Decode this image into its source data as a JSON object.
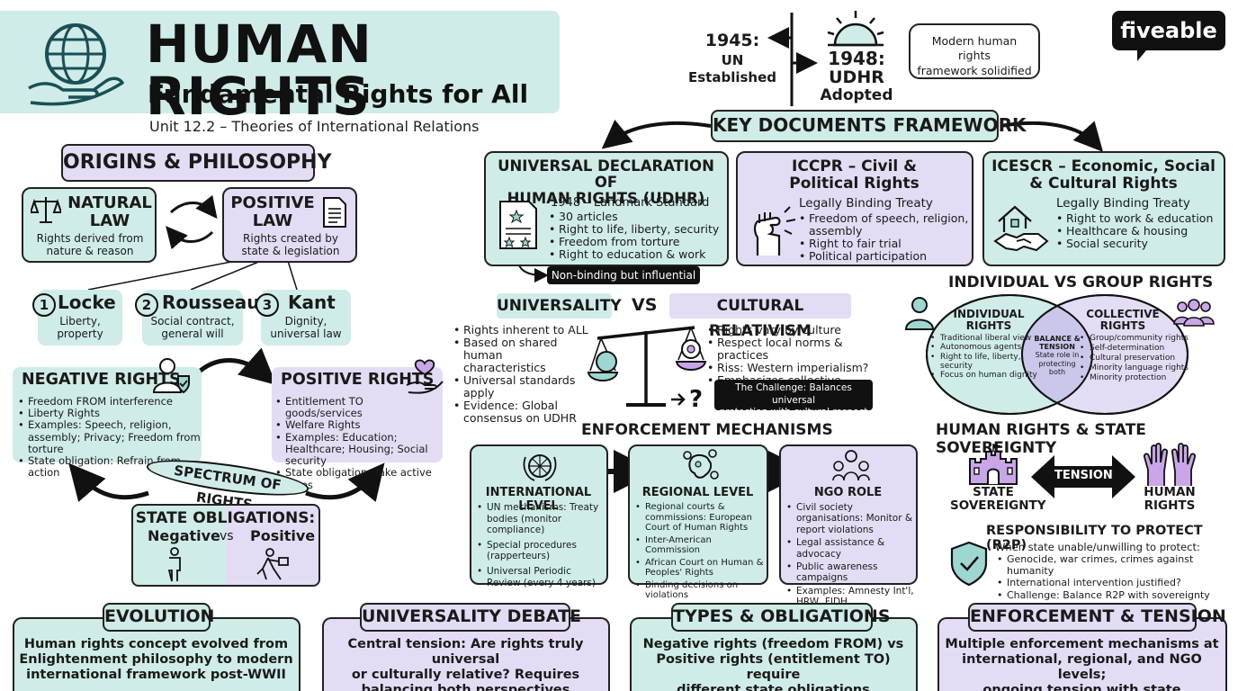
{
  "header": {
    "title": "HUMAN RIGHTS",
    "subtitle": "Fundamental Rights for All",
    "unit": "Unit 12.2 – Theories of International Relations"
  },
  "timeline": {
    "event1945": [
      "1945:",
      "UN Established"
    ],
    "event1948": [
      "1948:",
      "UDHR",
      "Adopted"
    ],
    "note": [
      "Modern human rights",
      "framework solidified"
    ]
  },
  "brand": {
    "logo": "fiveable"
  },
  "origins": {
    "heading": "ORIGINS & PHILOSOPHY",
    "natural_title": [
      "NATURAL",
      "LAW"
    ],
    "natural_desc": [
      "Rights derived from",
      "nature & reason"
    ],
    "positive_title": [
      "POSITIVE",
      "LAW"
    ],
    "positive_desc": [
      "Rights created by",
      "state & legislation"
    ],
    "thinkers": [
      {
        "num": "1",
        "name": "Locke",
        "desc": [
          "Liberty,",
          "property"
        ]
      },
      {
        "num": "2",
        "name": "Rousseau",
        "desc": [
          "Social contract,",
          "general will"
        ]
      },
      {
        "num": "3",
        "name": "Kant",
        "desc": [
          "Dignity,",
          "universal law"
        ]
      }
    ]
  },
  "rights": {
    "negative_title": "NEGATIVE RIGHTS",
    "negative_items": [
      "Freedom FROM interference",
      "Liberty Rights",
      "Examples: Speech, religion, assembly; Privacy; Freedom from torture",
      "State obligation: Refrain from action"
    ],
    "positive_title": "POSITIVE RIGHTS",
    "positive_items": [
      "Entitlement TO goods/services",
      "Welfare Rights",
      "Examples: Education; Healthcare; Housing; Social security",
      "State obligation: Take active steps"
    ],
    "spectrum": "SPECTRUM OF RIGHTS",
    "obligations_title": "STATE OBLIGATIONS:",
    "obligations_neg": "Negative",
    "obligations_vs": "vs",
    "obligations_pos": "Positive"
  },
  "documents": {
    "heading": "KEY DOCUMENTS FRAMEWORK",
    "udhr_title": [
      "UNIVERSAL DECLARATION OF",
      "HUMAN RIGHTS (UDHR)"
    ],
    "udhr_sub": "1948 – Landmark Standard",
    "udhr_items": [
      "30 articles",
      "Right to life, liberty, security",
      "Freedom from torture",
      "Right to education & work"
    ],
    "udhr_note": "Non-binding but influential",
    "iccpr_title": [
      "ICCPR – Civil &",
      "Political Rights"
    ],
    "iccpr_sub": "Legally Binding Treaty",
    "iccpr_items": [
      "Freedom of speech, religion, assembly",
      "Right to fair trial",
      "Political participation"
    ],
    "icescr_title": [
      "ICESCR – Economic, Social",
      "& Cultural Rights"
    ],
    "icescr_sub": "Legally Binding Treaty",
    "icescr_items": [
      "Right to work & education",
      "Healthcare & housing",
      "Social security"
    ]
  },
  "universality": {
    "left_title": "UNIVERSALITY",
    "vs": "VS",
    "right_title": "CULTURAL RELATIVISM",
    "left_items": [
      "Rights inherent to ALL",
      "Based on shared human characteristics",
      "Universal standards apply",
      "Evidence: Global consensus on UDHR"
    ],
    "right_items": [
      "Rights vary by culture",
      "Respect local norms & practices",
      "Riss: Western imperialism?",
      "Emphasizes collective values"
    ],
    "challenge": [
      "The Challenge: Balances universal",
      "protection with cultural respect"
    ]
  },
  "group": {
    "heading": "INDIVIDUAL VS GROUP RIGHTS",
    "individual_title": [
      "INDIVIDUAL",
      "RIGHTS"
    ],
    "individual_items": [
      "Traditional liberal view",
      "Autonomous agents",
      "Right to life, liberty, security",
      "Focus on human dignity"
    ],
    "balance": [
      "BALANCE &",
      "TENSION",
      "State role in",
      "protecting",
      "both"
    ],
    "collective_title": [
      "COLLECTIVE",
      "RIGHTS"
    ],
    "collective_items": [
      "Group/community rights",
      "Self-determination",
      "Cultural preservation",
      "Minority language rights",
      "Minority protection"
    ]
  },
  "enforcement": {
    "heading": "ENFORCEMENT MECHANISMS",
    "intl_title": "INTERNATIONAL LEVEL",
    "intl_items": [
      "UN mechanisms: Treaty bodies (monitor compliance)",
      "Special procedures (rapperteurs)",
      "Universal Periodic Review (every 4 years)"
    ],
    "reg_title": "REGIONAL LEVEL",
    "reg_items": [
      "Regional courts & commissions: European Court of Human Rights",
      "Inter-American Commission",
      "African Court on Human & Peoples' Rights",
      "Binding decisions on violations"
    ],
    "ngo_title": "NGO ROLE",
    "ngo_items": [
      "Civil society organisations: Monitor & report violations",
      "Legal assistance & advocacy",
      "Public awareness campaigns",
      "Examples: Amnesty Int'l, HRW, FIDH"
    ]
  },
  "sovereignty": {
    "heading": "HUMAN RIGHTS & STATE SOVEREIGNTY",
    "state_label": [
      "STATE",
      "SOVEREIGNTY"
    ],
    "tension": "TENSION",
    "hr_label": [
      "HUMAN",
      "RIGHTS"
    ],
    "r2p_title": "RESPONSIBILITY TO PROTECT (R2P)",
    "r2p_lead": "When state unable/unwilling to protect:",
    "r2p_items": [
      "Genocide, war crimes, crimes against humanity",
      "International intervention justified?",
      "Challenge: Balance R2P with sovereignty"
    ]
  },
  "summary": [
    {
      "label": "EVOLUTION",
      "text": [
        "Human rights concept evolved from",
        "Enlightenment philosophy to modern",
        "international framework post-WWII"
      ]
    },
    {
      "label": "UNIVERSALITY DEBATE",
      "text": [
        "Central tension: Are rights truly universal",
        "or culturally relative? Requires",
        "balancing both perspectives"
      ]
    },
    {
      "label": "TYPES & OBLIGATIONS",
      "text": [
        "Negative rights (freedom FROM) vs",
        "Positive rights (entitlement TO) require",
        "different state obligations"
      ]
    },
    {
      "label": "ENFORCEMENT & TENSION",
      "text": [
        "Multiple enforcement mechanisms at",
        "international, regional, and NGO levels;",
        "ongoing tension with state sovereignty"
      ]
    }
  ],
  "colors": {
    "teal": "#cfece9",
    "purple": "#e4dcf4",
    "dark": "#1a1a1a"
  }
}
